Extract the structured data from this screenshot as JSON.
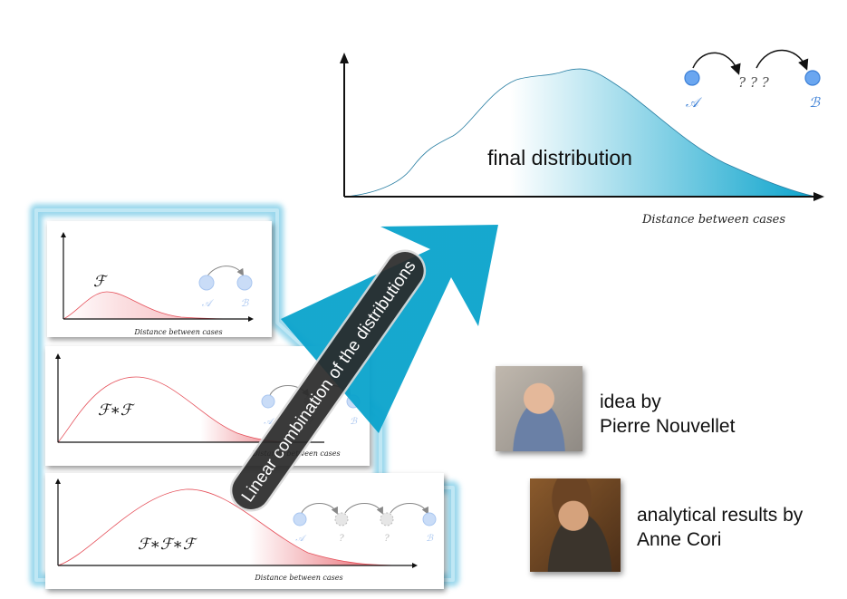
{
  "final_panel": {
    "label": "final distribution",
    "xlabel": "Distance between cases",
    "node_a": "𝒜",
    "node_b": "ℬ",
    "unknown": "? ? ?"
  },
  "small_panels": [
    {
      "label": "ℱ",
      "xlabel": "Distance between cases",
      "nodes": [
        "𝒜",
        "ℬ"
      ]
    },
    {
      "label": "ℱ∗ℱ",
      "xlabel": "Distance between cases",
      "nodes": [
        "𝒜",
        "?",
        "ℬ"
      ]
    },
    {
      "label": "ℱ∗ℱ∗ℱ",
      "xlabel": "Distance between cases",
      "nodes": [
        "𝒜",
        "?",
        "?",
        "ℬ"
      ]
    }
  ],
  "arrow_text": "Linear combination of the distributions",
  "credits": [
    {
      "line1": "idea by",
      "line2": "Pierre Nouvellet"
    },
    {
      "line1": "analytical results by",
      "line2": "Anne Cori"
    }
  ],
  "colors": {
    "cyan": "#0aa3cc",
    "node_blue": "#6aa6f0",
    "pink": "#e5505a",
    "frame_glow": "#8fd3ea"
  }
}
